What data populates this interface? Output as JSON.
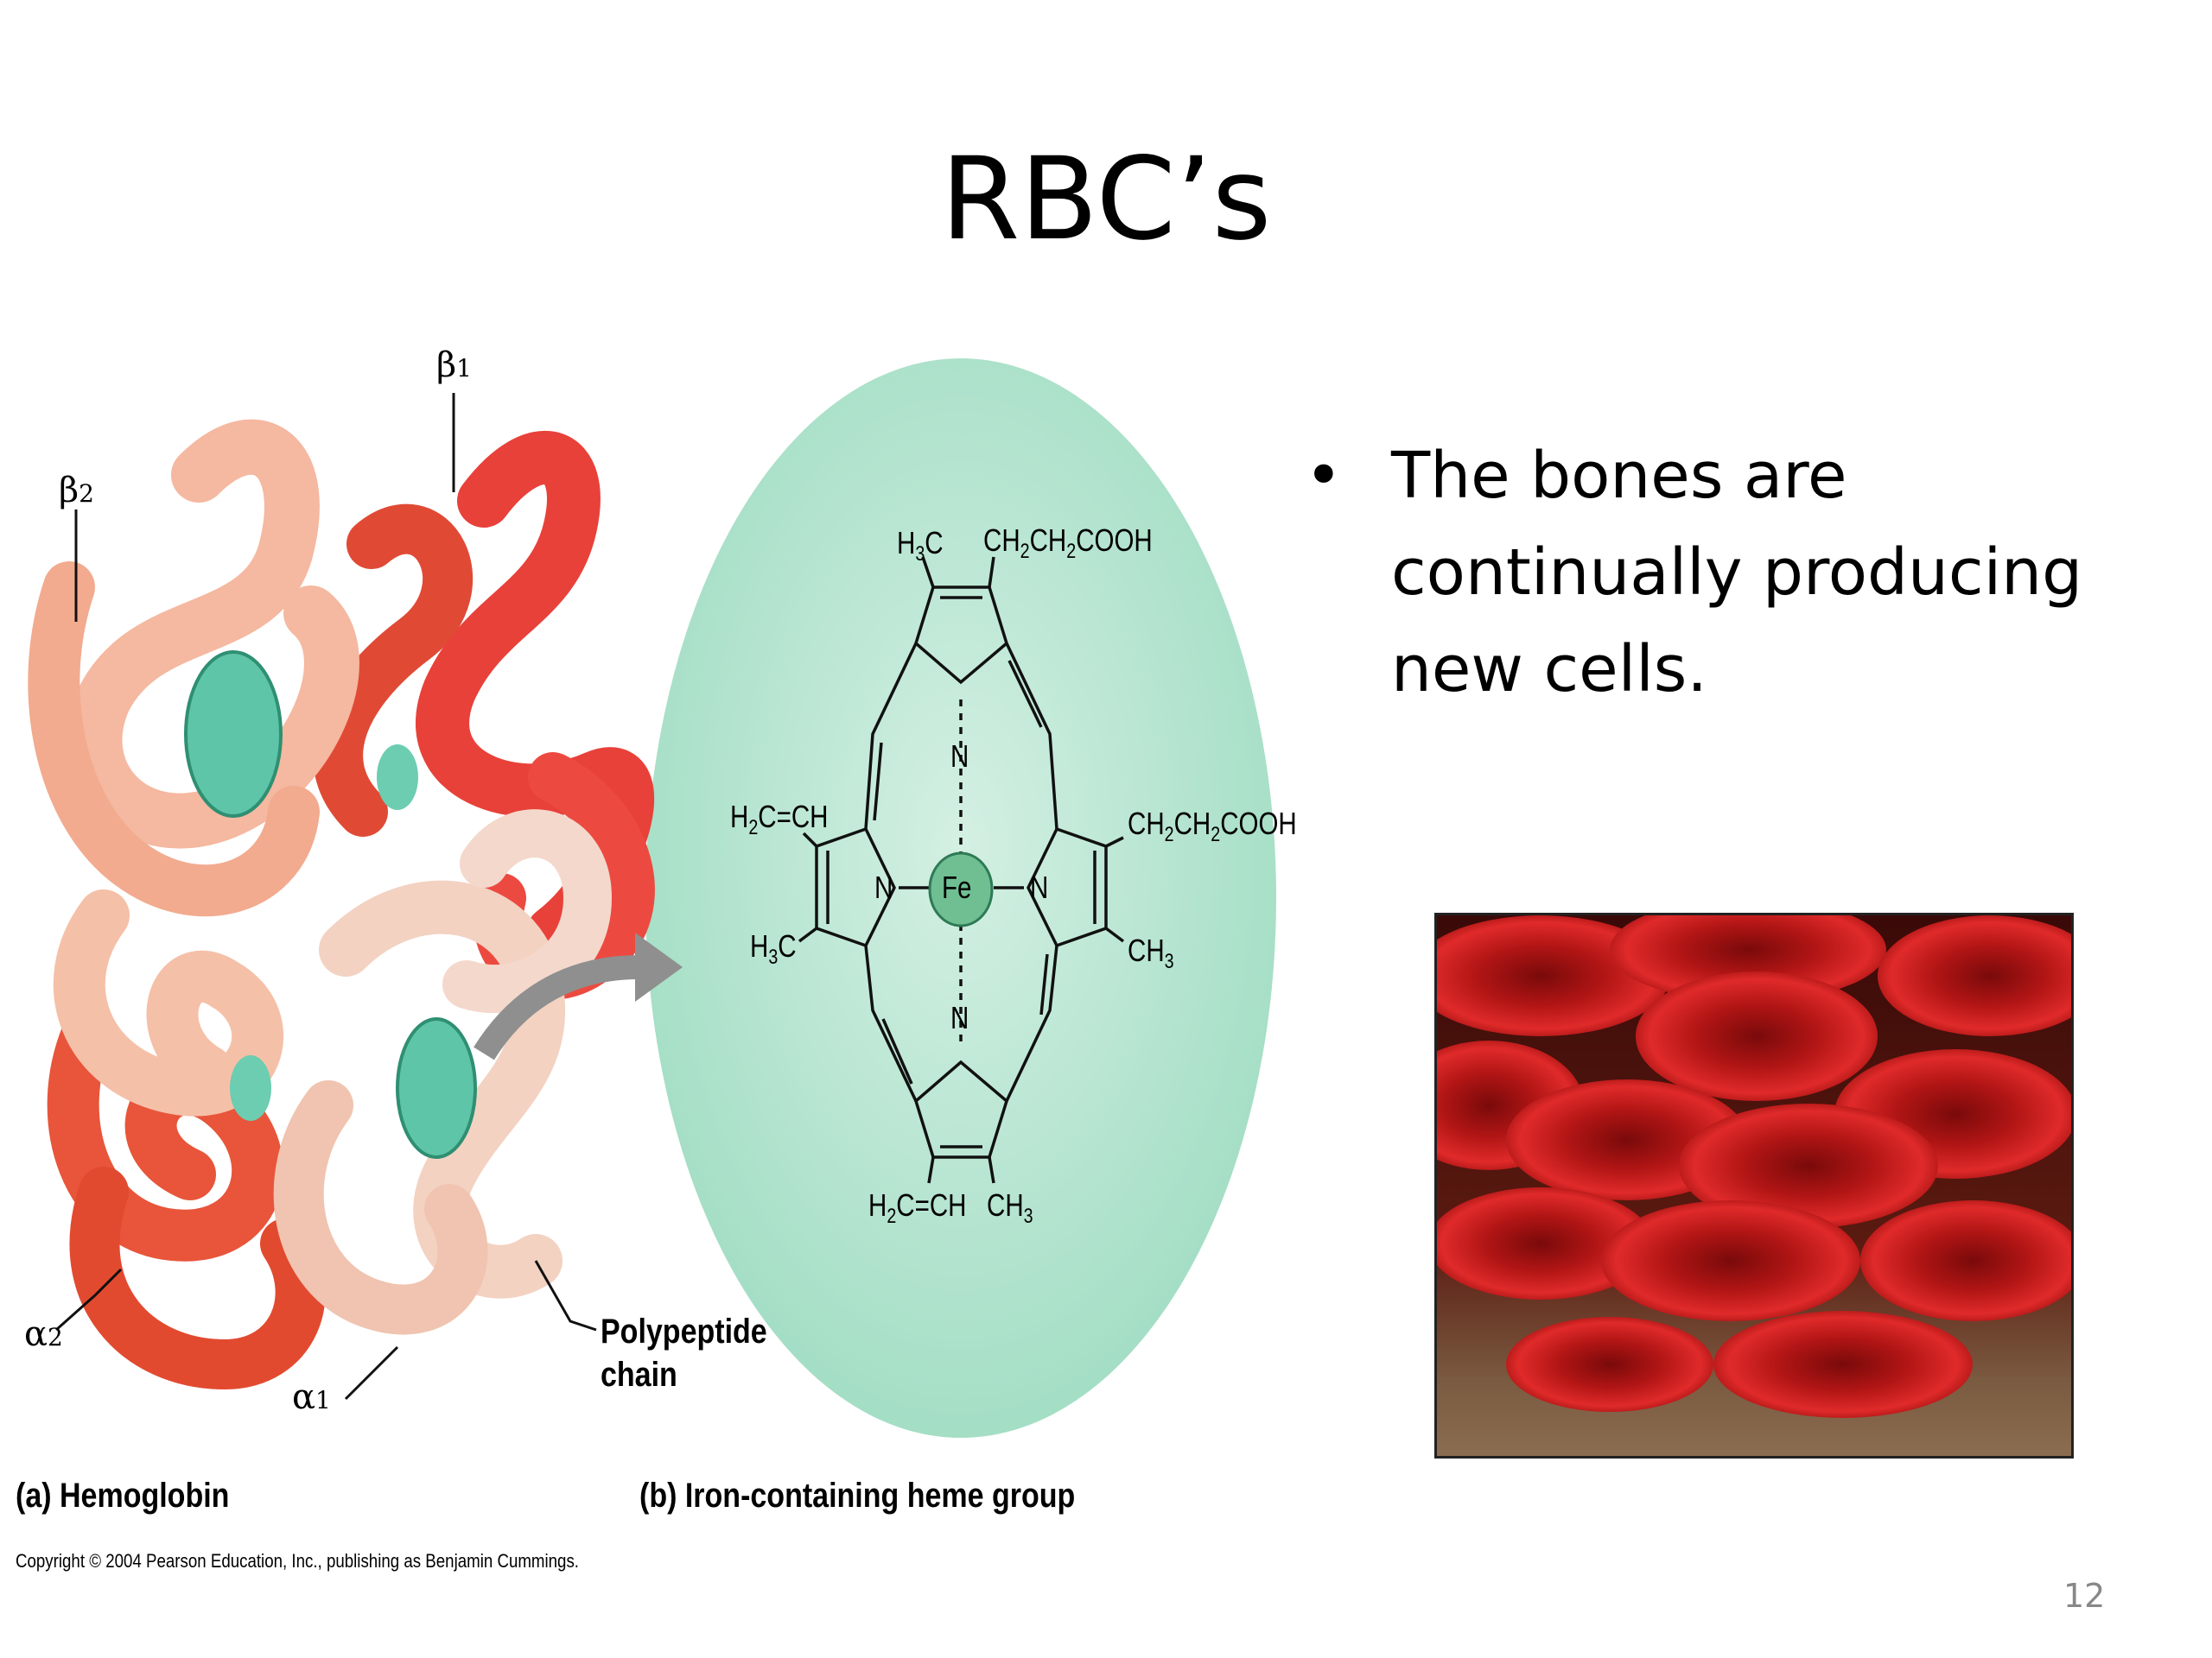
{
  "slide": {
    "title": "RBC’s",
    "bullets": [
      {
        "marker": "•",
        "text": "The bones are continually producing new cells."
      }
    ],
    "page_number": "12"
  },
  "figure": {
    "panel_a_label": "(a) Hemoglobin",
    "panel_b_label": "(b)  Iron-containing heme group",
    "copyright": "Copyright © 2004 Pearson Education, Inc., publishing as Benjamin Cummings.",
    "chain_labels": {
      "beta1": "β",
      "beta1_sub": "1",
      "beta2": "β",
      "beta2_sub": "2",
      "alpha1": "α",
      "alpha1_sub": "1",
      "alpha2": "α",
      "alpha2_sub": "2"
    },
    "polypeptide_label": "Polypeptide",
    "polypeptide_label_2": "chain",
    "heme": {
      "top_left": {
        "a": "H",
        "sub": "3",
        "b": "C"
      },
      "top_right": {
        "a": "CH",
        "s1": "2",
        "b": "CH",
        "s2": "2",
        "c": "COOH"
      },
      "left_top": {
        "a": "H",
        "s1": "2",
        "b": "C=CH"
      },
      "left_bottom": {
        "a": "H",
        "sub": "3",
        "b": "C"
      },
      "right_top": {
        "a": "CH",
        "s1": "2",
        "b": "CH",
        "s2": "2",
        "c": "COOH"
      },
      "right_bottom": {
        "a": "CH",
        "sub": "3"
      },
      "bottom_left": {
        "a": "H",
        "s1": "2",
        "b": "C=CH"
      },
      "bottom_right": {
        "a": "CH",
        "sub": "3"
      },
      "n_top": "N",
      "n_left": "N",
      "n_right": "N",
      "n_bottom": "N",
      "iron": "Fe"
    }
  },
  "colors": {
    "heme_bg": "#bfe8d6",
    "beta_chain": "#f5b8a0",
    "alpha_chain": "#e8413a",
    "rbc_red": "#c81d1d"
  }
}
